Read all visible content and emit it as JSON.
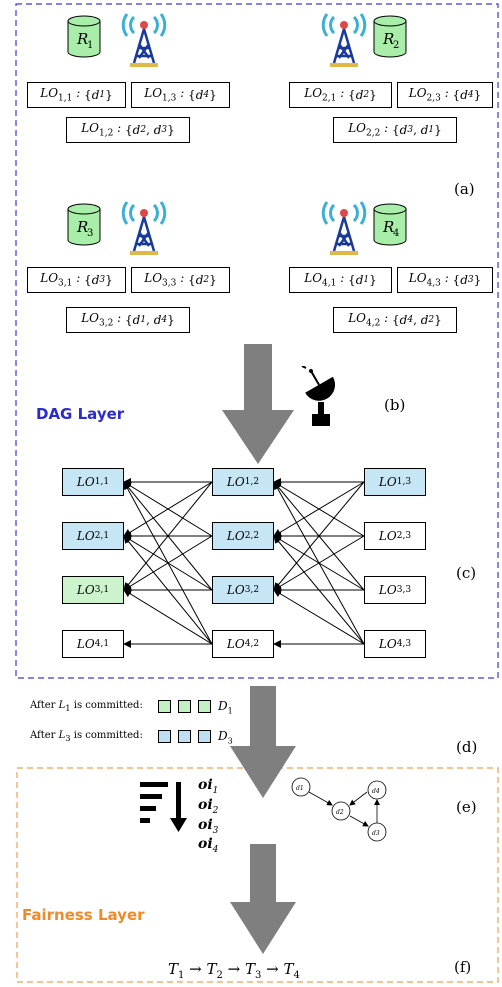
{
  "regions": [
    {
      "id": "R1",
      "label": "R",
      "sub": "1",
      "los": [
        {
          "id": "1,1",
          "text": "{d1}"
        },
        {
          "id": "1,3",
          "text": "{d4}"
        },
        {
          "id": "1,2",
          "text": "{d2, d3}"
        }
      ]
    },
    {
      "id": "R2",
      "label": "R",
      "sub": "2",
      "los": [
        {
          "id": "2,1",
          "text": "{d2}"
        },
        {
          "id": "2,3",
          "text": "{d4}"
        },
        {
          "id": "2,2",
          "text": "{d3, d1}"
        }
      ]
    },
    {
      "id": "R3",
      "label": "R",
      "sub": "3",
      "los": [
        {
          "id": "3,1",
          "text": "{d3}"
        },
        {
          "id": "3,3",
          "text": "{d2}"
        },
        {
          "id": "3,2",
          "text": "{d1, d4}"
        }
      ]
    },
    {
      "id": "R4",
      "label": "R",
      "sub": "4",
      "los": [
        {
          "id": "4,1",
          "text": "{d1}"
        },
        {
          "id": "4,3",
          "text": "{d3}"
        },
        {
          "id": "4,2",
          "text": "{d4, d2}"
        }
      ]
    }
  ],
  "labels": {
    "a": "(a)",
    "b": "(b)",
    "c": "(c)",
    "d": "(d)",
    "e": "(e)",
    "f": "(f)"
  },
  "dag_layer_title": "DAG Layer",
  "fairness_layer_title": "Fairness Layer",
  "dag_nodes": [
    {
      "id": "1,1",
      "col": 0,
      "row": 0,
      "color": "blue"
    },
    {
      "id": "2,1",
      "col": 0,
      "row": 1,
      "color": "blue"
    },
    {
      "id": "3,1",
      "col": 0,
      "row": 2,
      "color": "green"
    },
    {
      "id": "4,1",
      "col": 0,
      "row": 3,
      "color": "white"
    },
    {
      "id": "1,2",
      "col": 1,
      "row": 0,
      "color": "blue"
    },
    {
      "id": "2,2",
      "col": 1,
      "row": 1,
      "color": "blue"
    },
    {
      "id": "3,2",
      "col": 1,
      "row": 2,
      "color": "blue"
    },
    {
      "id": "4,2",
      "col": 1,
      "row": 3,
      "color": "white"
    },
    {
      "id": "1,3",
      "col": 2,
      "row": 0,
      "color": "blue"
    },
    {
      "id": "2,3",
      "col": 2,
      "row": 1,
      "color": "white"
    },
    {
      "id": "3,3",
      "col": 2,
      "row": 2,
      "color": "white"
    },
    {
      "id": "4,3",
      "col": 2,
      "row": 3,
      "color": "white"
    }
  ],
  "commit_lines": [
    {
      "text_before": "After ",
      "var": "L",
      "sub": "1",
      "text_after": " is committed:",
      "result": "D",
      "rsub": "1",
      "color": "green"
    },
    {
      "text_before": "After ",
      "var": "L",
      "sub": "3",
      "text_after": " is committed:",
      "result": "D",
      "rsub": "3",
      "color": "blue"
    }
  ],
  "order_items": [
    "oi1",
    "oi2",
    "oi3",
    "oi4"
  ],
  "order_subs": [
    "1",
    "2",
    "3",
    "4"
  ],
  "mini_graph_nodes": [
    "d1",
    "d2",
    "d3",
    "d4"
  ],
  "final_sequence": [
    {
      "v": "T",
      "s": "1"
    },
    {
      "v": "T",
      "s": "2"
    },
    {
      "v": "T",
      "s": "3"
    },
    {
      "v": "T",
      "s": "4"
    }
  ],
  "colors": {
    "blue_node": "#c7e6f5",
    "green_node": "#cdf3cd",
    "green_sq": "#c4f1c4",
    "blue_sq": "#bfe0f2",
    "dag_border": "#3a3ad6",
    "fair_border": "#f0a050",
    "dag_title": "#2a2ad0",
    "fair_title": "#f08a28",
    "arrow_grey": "#7f7f7f",
    "cylinder": "#a8eda8"
  }
}
